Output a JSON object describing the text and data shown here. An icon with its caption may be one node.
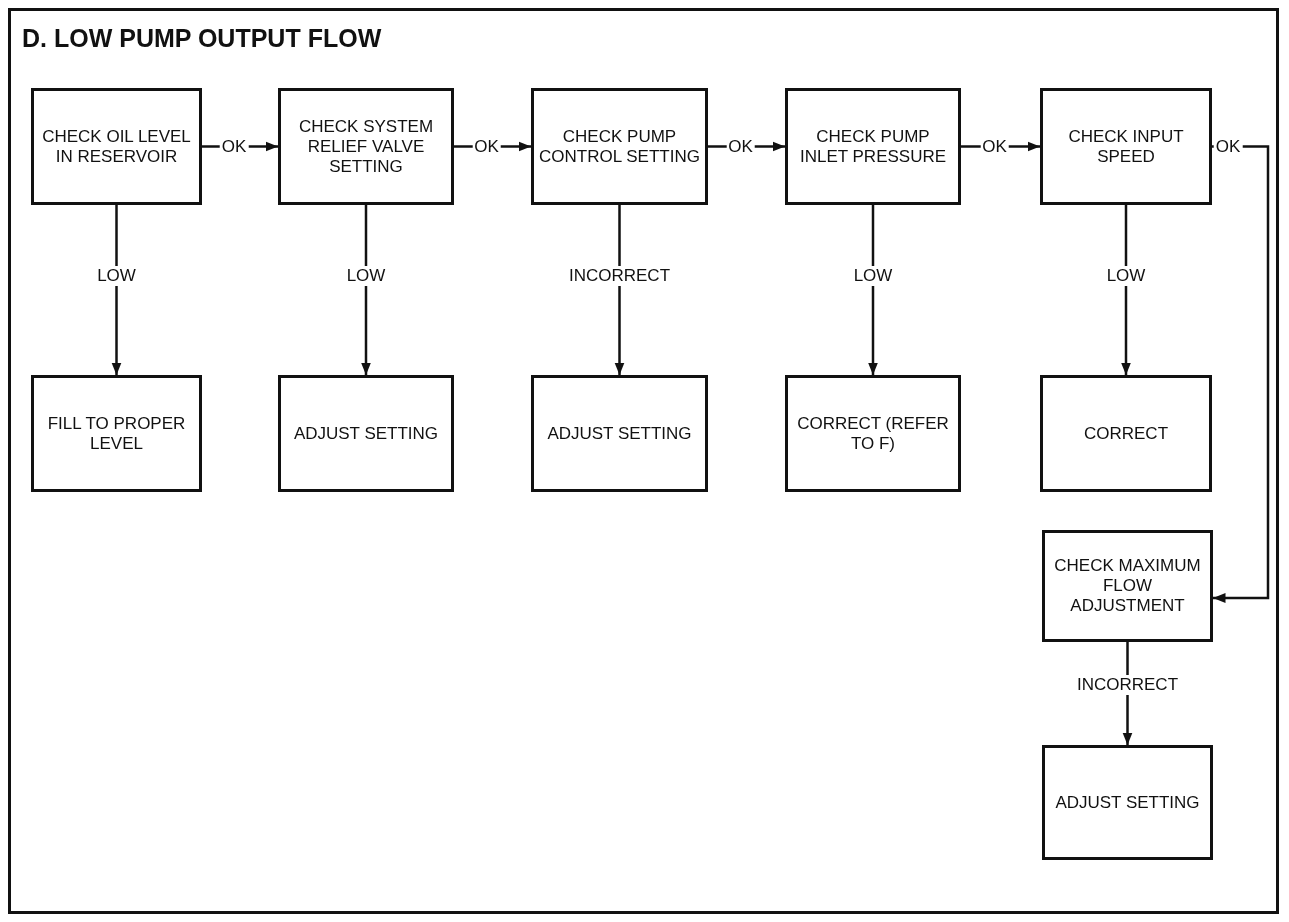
{
  "diagram": {
    "title": "D. LOW PUMP OUTPUT FLOW",
    "nodes": [
      {
        "text": [
          "CHECK OIL LEVEL IN RESERVOIR"
        ]
      },
      {
        "text": [
          "CHECK SYSTEM RELIEF VALVE SETTING"
        ]
      },
      {
        "text": [
          "CHECK PUMP CONTROL SETTING"
        ]
      },
      {
        "text": [
          "CHECK PUMP INLET PRESSURE"
        ]
      },
      {
        "text": [
          "CHECK INPUT SPEED"
        ]
      },
      {
        "text": [
          "FILL TO PROPER LEVEL"
        ]
      },
      {
        "text": [
          "ADJUST SETTING"
        ]
      },
      {
        "text": [
          "ADJUST SETTING"
        ]
      },
      {
        "text": [
          "CORRECT (REFER TO F)"
        ]
      },
      {
        "text": [
          "CORRECT"
        ]
      },
      {
        "text": [
          "CHECK MAXIMUM FLOW ADJUSTMENT"
        ]
      },
      {
        "text": [
          "ADJUST SETTING"
        ]
      }
    ],
    "edges": [
      {
        "from": 0,
        "to": 1,
        "arrow": "to",
        "label": "OK"
      },
      {
        "from": 1,
        "to": 2,
        "arrow": "to",
        "label": "OK"
      },
      {
        "from": 2,
        "to": 3,
        "arrow": "to",
        "label": "OK"
      },
      {
        "from": 3,
        "to": 4,
        "arrow": "to",
        "label": "OK"
      },
      {
        "from": 4,
        "to": 10,
        "arrow": "to",
        "label": "OK"
      },
      {
        "from": 0,
        "to": 5,
        "arrow": "to",
        "label": "LOW"
      },
      {
        "from": 1,
        "to": 6,
        "arrow": "to",
        "label": "LOW"
      },
      {
        "from": 2,
        "to": 7,
        "arrow": "to",
        "label": "INCORRECT"
      },
      {
        "from": 3,
        "to": 8,
        "arrow": "to",
        "label": "LOW"
      },
      {
        "from": 4,
        "to": 9,
        "arrow": "to",
        "label": "LOW"
      },
      {
        "from": 10,
        "to": 11,
        "arrow": "to",
        "label": "INCORRECT"
      }
    ]
  }
}
